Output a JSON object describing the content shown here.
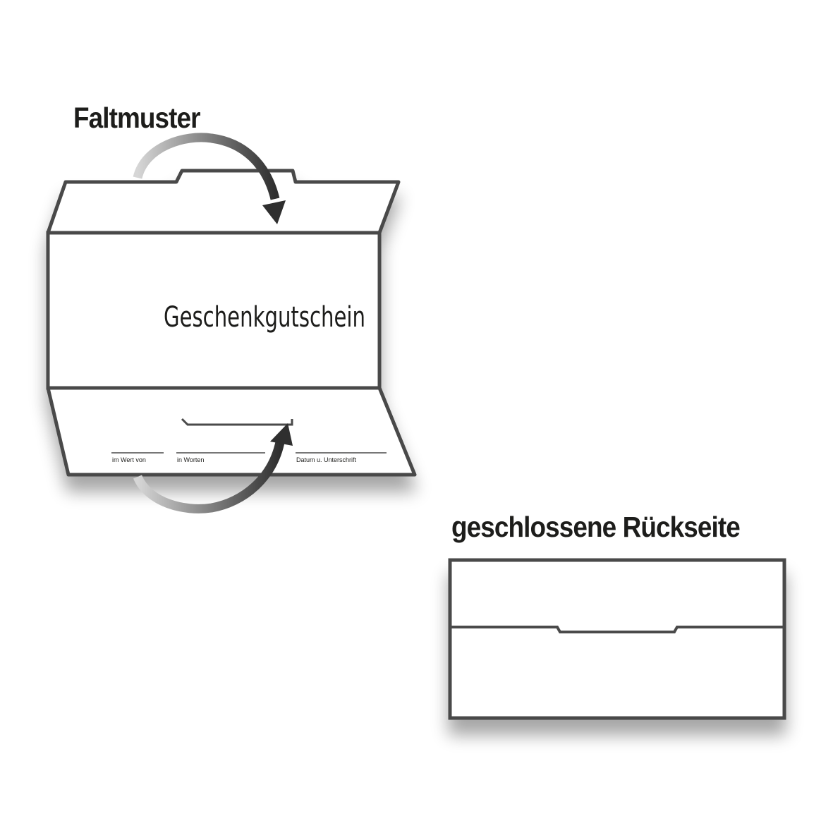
{
  "headings": {
    "fold_pattern": "Faltmuster",
    "closed_back": "geschlossene Rückseite"
  },
  "voucher": {
    "title": "Geschenkgutschein",
    "fields": [
      "im Wert von",
      "in Worten",
      "Datum u. Unterschrift"
    ]
  },
  "colors": {
    "outline": "#4a4a4a",
    "text": "#1d1d1b",
    "background": "#ffffff",
    "arrow": "#3a3a3a"
  },
  "icons": [
    "fold-arrow-top-icon",
    "fold-arrow-bottom-icon"
  ]
}
